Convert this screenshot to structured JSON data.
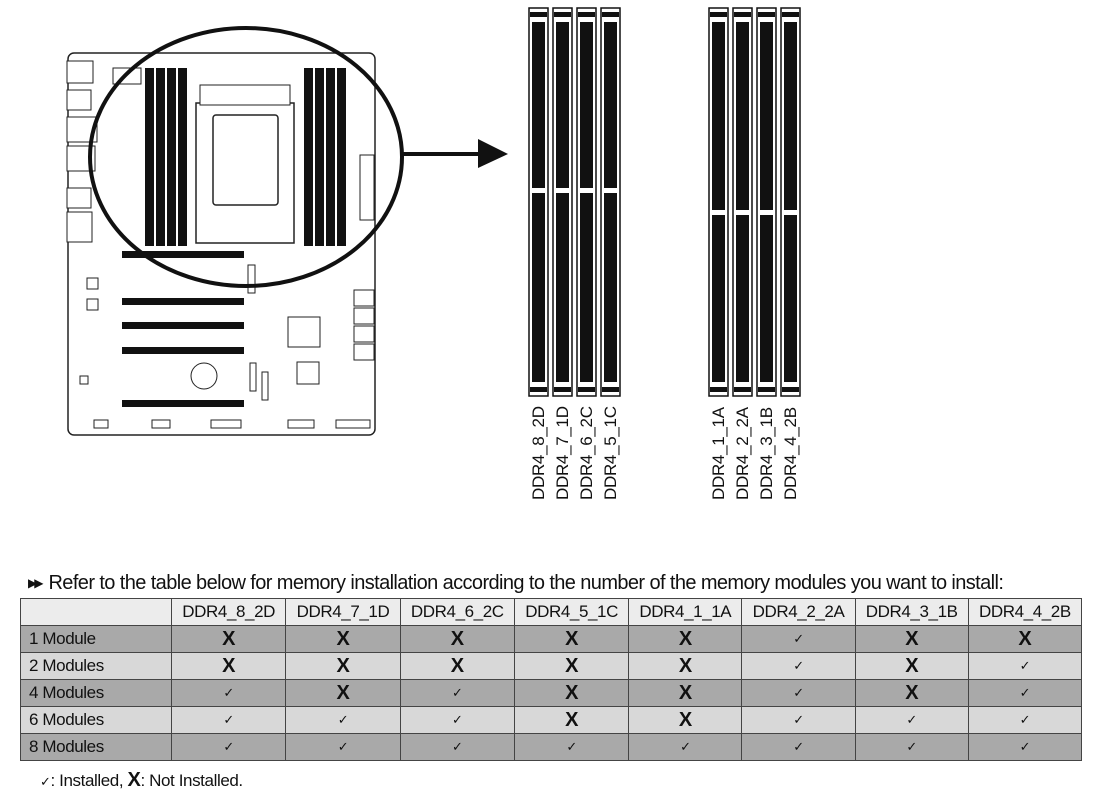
{
  "intro_text": "Refer to the table below for memory installation according to the number of the memory modules you want to install:",
  "slot_labels_left": [
    "DDR4_8_2D",
    "DDR4_7_1D",
    "DDR4_6_2C",
    "DDR4_5_1C"
  ],
  "slot_labels_right": [
    "DDR4_1_1A",
    "DDR4_2_2A",
    "DDR4_3_1B",
    "DDR4_4_2B"
  ],
  "table": {
    "columns": [
      "DDR4_8_2D",
      "DDR4_7_1D",
      "DDR4_6_2C",
      "DDR4_5_1C",
      "DDR4_1_1A",
      "DDR4_2_2A",
      "DDR4_3_1B",
      "DDR4_4_2B"
    ],
    "rows": [
      {
        "label": "1 Module",
        "cells": [
          "X",
          "X",
          "X",
          "X",
          "X",
          "✓",
          "X",
          "X"
        ]
      },
      {
        "label": "2 Modules",
        "cells": [
          "X",
          "X",
          "X",
          "X",
          "X",
          "✓",
          "X",
          "✓"
        ]
      },
      {
        "label": "4 Modules",
        "cells": [
          "✓",
          "X",
          "✓",
          "X",
          "X",
          "✓",
          "X",
          "✓"
        ]
      },
      {
        "label": "6 Modules",
        "cells": [
          "✓",
          "✓",
          "✓",
          "X",
          "X",
          "✓",
          "✓",
          "✓"
        ]
      },
      {
        "label": "8 Modules",
        "cells": [
          "✓",
          "✓",
          "✓",
          "✓",
          "✓",
          "✓",
          "✓",
          "✓"
        ]
      }
    ]
  },
  "legend": {
    "installed_symbol": "✓",
    "installed": ": Installed,",
    "not_installed_symbol": "X",
    "not_installed": ": Not Installed."
  }
}
